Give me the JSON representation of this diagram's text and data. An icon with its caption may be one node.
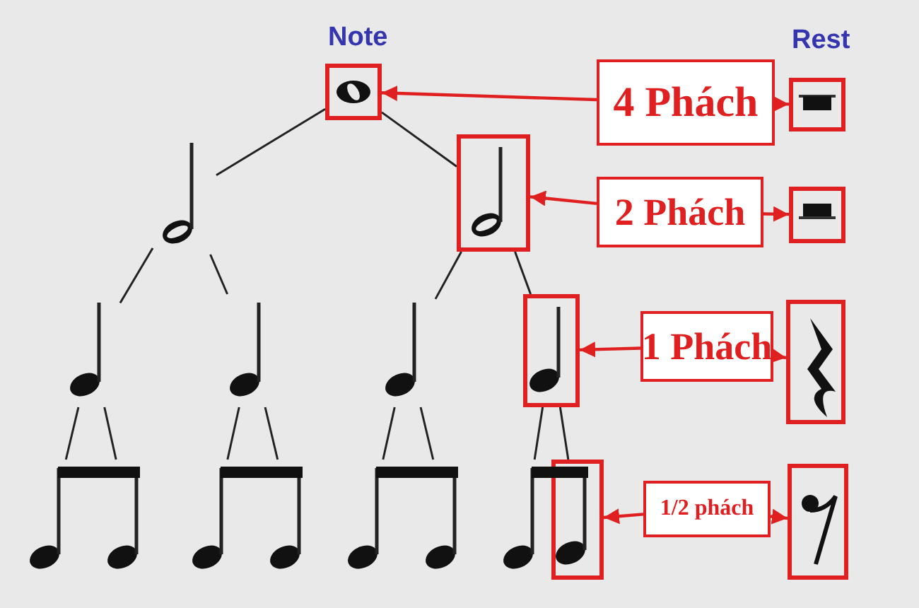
{
  "diagram": {
    "nodes": [
      {
        "text": [],
        "shape": "whole-note"
      },
      {
        "text": [],
        "shape": "half-note"
      },
      {
        "text": [],
        "shape": "half-note"
      },
      {
        "text": [],
        "shape": "quarter-note"
      },
      {
        "text": [],
        "shape": "quarter-note"
      },
      {
        "text": [],
        "shape": "quarter-note"
      },
      {
        "text": [],
        "shape": "quarter-note"
      },
      {
        "text": [],
        "shape": "eighth-note"
      },
      {
        "text": [],
        "shape": "eighth-note"
      },
      {
        "text": [],
        "shape": "eighth-note"
      },
      {
        "text": [],
        "shape": "eighth-note"
      },
      {
        "text": [],
        "shape": "eighth-note"
      },
      {
        "text": [],
        "shape": "eighth-note"
      },
      {
        "text": [],
        "shape": "eighth-note"
      },
      {
        "text": [],
        "shape": "eighth-note"
      },
      {
        "text": [
          "4 Phách"
        ]
      },
      {
        "text": [],
        "shape": "whole-rest"
      },
      {
        "text": [
          "2 Phách"
        ]
      },
      {
        "text": [],
        "shape": "half-rest"
      },
      {
        "text": [
          "1 Phách"
        ]
      },
      {
        "text": [],
        "shape": "quarter-rest"
      },
      {
        "text": [
          "1/2 phách"
        ]
      },
      {
        "text": [],
        "shape": "eighth-rest"
      }
    ],
    "edges": [
      {
        "from": 0,
        "to": 1,
        "arrow": "none"
      },
      {
        "from": 0,
        "to": 2,
        "arrow": "none"
      },
      {
        "from": 1,
        "to": 3,
        "arrow": "none"
      },
      {
        "from": 1,
        "to": 4,
        "arrow": "none"
      },
      {
        "from": 2,
        "to": 5,
        "arrow": "none"
      },
      {
        "from": 2,
        "to": 6,
        "arrow": "none"
      },
      {
        "from": 3,
        "to": 7,
        "arrow": "none"
      },
      {
        "from": 3,
        "to": 8,
        "arrow": "none"
      },
      {
        "from": 4,
        "to": 9,
        "arrow": "none"
      },
      {
        "from": 4,
        "to": 10,
        "arrow": "none"
      },
      {
        "from": 5,
        "to": 11,
        "arrow": "none"
      },
      {
        "from": 5,
        "to": 12,
        "arrow": "none"
      },
      {
        "from": 6,
        "to": 13,
        "arrow": "none"
      },
      {
        "from": 6,
        "to": 14,
        "arrow": "none"
      },
      {
        "from": 15,
        "to": 0,
        "arrow": "to",
        "color": "#e02020"
      },
      {
        "from": 15,
        "to": 16,
        "arrow": "to",
        "color": "#e02020"
      },
      {
        "from": 17,
        "to": 2,
        "arrow": "to",
        "color": "#e02020"
      },
      {
        "from": 17,
        "to": 18,
        "arrow": "to",
        "color": "#e02020"
      },
      {
        "from": 19,
        "to": 6,
        "arrow": "to",
        "color": "#e02020"
      },
      {
        "from": 19,
        "to": 20,
        "arrow": "to",
        "color": "#e02020"
      },
      {
        "from": 21,
        "to": 14,
        "arrow": "to",
        "color": "#e02020"
      },
      {
        "from": 21,
        "to": 22,
        "arrow": "to",
        "color": "#e02020"
      }
    ],
    "labels": [
      "Note",
      "Rest"
    ]
  }
}
